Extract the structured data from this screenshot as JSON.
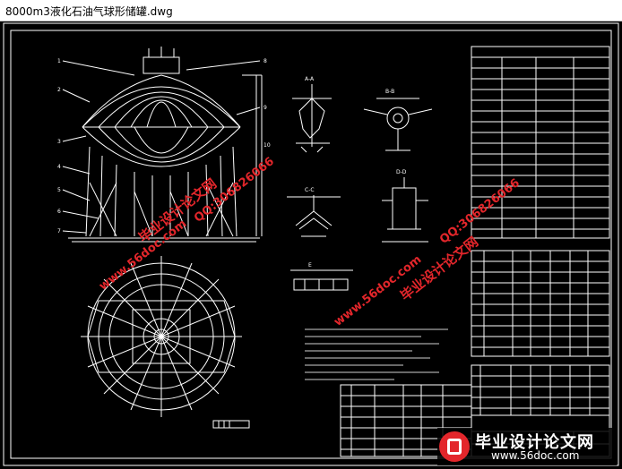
{
  "window": {
    "title": "8000m3液化石油气球形储罐.dwg"
  },
  "watermark": {
    "brand": "毕业设计论文网",
    "url": "www.56doc.com",
    "qq": "QQ:306826066"
  },
  "banner": {
    "brand": "毕业设计论文网",
    "url": "www.56doc.com"
  },
  "drawing": {
    "callouts": [
      "1",
      "2",
      "3",
      "4",
      "5",
      "6",
      "7",
      "8",
      "9",
      "10"
    ],
    "section_marks": [
      "A-A",
      "B-B",
      "C-C",
      "D-D",
      "E"
    ],
    "colors": {
      "lines": "#ffffff",
      "background": "#000000",
      "watermark": "#e3262b",
      "watermark_alt": "#22c6e6"
    }
  }
}
